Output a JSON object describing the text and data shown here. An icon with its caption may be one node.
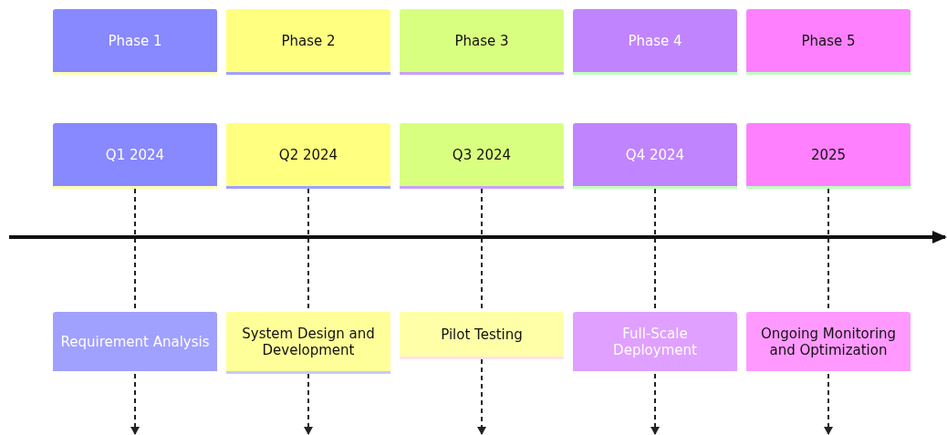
{
  "diagram": {
    "nodes": [
      {
        "text": [
          "Phase 1"
        ]
      },
      {
        "text": [
          "Phase 2"
        ]
      },
      {
        "text": [
          "Phase 3"
        ]
      },
      {
        "text": [
          "Phase 4"
        ]
      },
      {
        "text": [
          "Phase 5"
        ]
      },
      {
        "text": [
          "Q1 2024"
        ]
      },
      {
        "text": [
          "Q2 2024"
        ]
      },
      {
        "text": [
          "Q3 2024"
        ]
      },
      {
        "text": [
          "Q4 2024"
        ]
      },
      {
        "text": [
          "2025"
        ]
      },
      {
        "text": [
          "Requirement Analysis"
        ]
      },
      {
        "text": [
          "System Design and Development"
        ]
      },
      {
        "text": [
          "Pilot Testing"
        ]
      },
      {
        "text": [
          "Full-Scale Deployment"
        ]
      },
      {
        "text": [
          "Ongoing Monitoring and Optimization"
        ]
      }
    ],
    "edges": [
      {
        "from": 5,
        "to": 10,
        "arrow": "none",
        "style": "dashed"
      },
      {
        "from": 10,
        "to": null,
        "arrow": "to",
        "style": "dashed"
      },
      {
        "from": 6,
        "to": 11,
        "arrow": "none",
        "style": "dashed"
      },
      {
        "from": 11,
        "to": null,
        "arrow": "to",
        "style": "dashed"
      },
      {
        "from": 7,
        "to": 12,
        "arrow": "none",
        "style": "dashed"
      },
      {
        "from": 12,
        "to": null,
        "arrow": "to",
        "style": "dashed"
      },
      {
        "from": 8,
        "to": 13,
        "arrow": "none",
        "style": "dashed"
      },
      {
        "from": 13,
        "to": null,
        "arrow": "to",
        "style": "dashed"
      },
      {
        "from": 9,
        "to": 14,
        "arrow": "none",
        "style": "dashed"
      },
      {
        "from": 14,
        "to": null,
        "arrow": "to",
        "style": "dashed"
      }
    ]
  }
}
